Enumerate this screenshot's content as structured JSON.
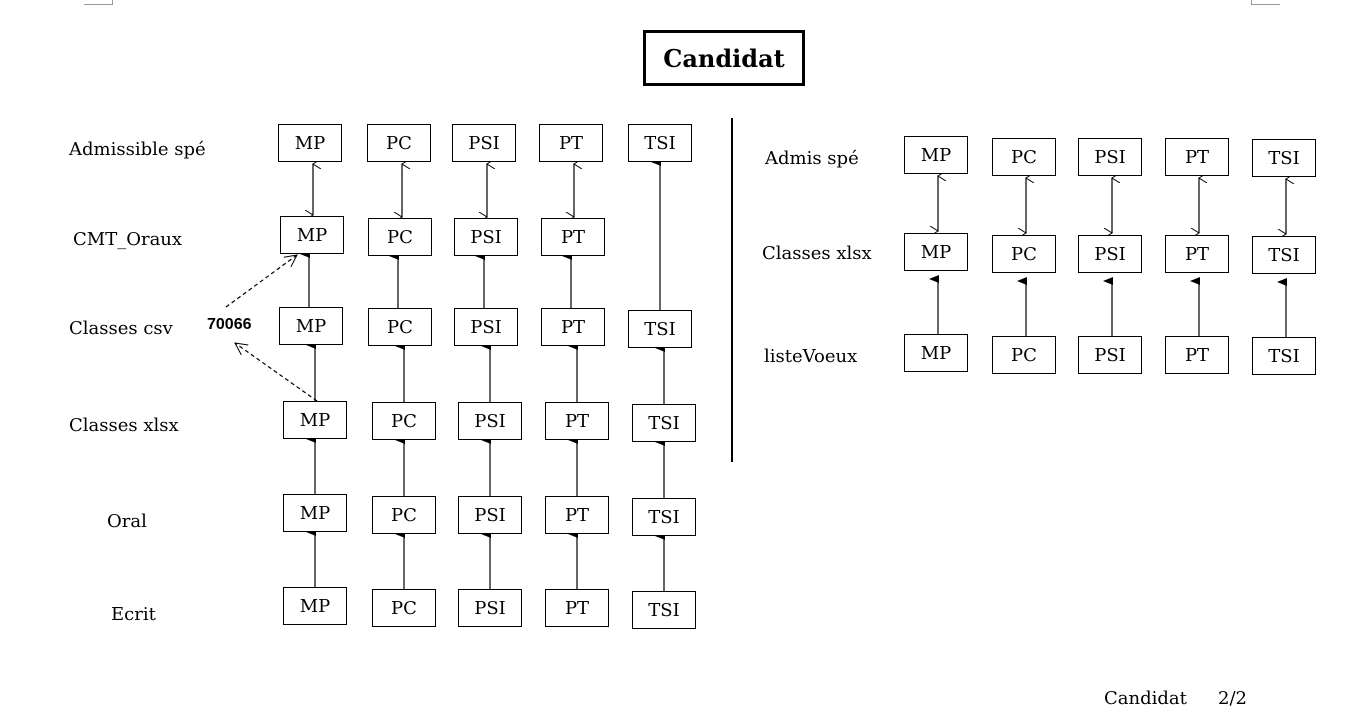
{
  "title": "Candidat",
  "left_panel": {
    "rows": [
      {
        "label": "Admissible spé",
        "boxes": [
          "MP",
          "PC",
          "PSI",
          "PT",
          "TSI"
        ]
      },
      {
        "label": "CMT_Oraux",
        "boxes": [
          "MP",
          "PC",
          "PSI",
          "PT"
        ]
      },
      {
        "label": "Classes csv",
        "boxes": [
          "MP",
          "PC",
          "PSI",
          "PT",
          "TSI"
        ]
      },
      {
        "label": "Classes xlsx",
        "boxes": [
          "MP",
          "PC",
          "PSI",
          "PT",
          "TSI"
        ]
      },
      {
        "label": "Oral",
        "boxes": [
          "MP",
          "PC",
          "PSI",
          "PT",
          "TSI"
        ]
      },
      {
        "label": "Ecrit",
        "boxes": [
          "MP",
          "PC",
          "PSI",
          "PT",
          "TSI"
        ]
      }
    ],
    "annotation": "70066"
  },
  "right_panel": {
    "rows": [
      {
        "label": "Admis spé",
        "boxes": [
          "MP",
          "PC",
          "PSI",
          "PT",
          "TSI"
        ]
      },
      {
        "label": "Classes xlsx",
        "boxes": [
          "MP",
          "PC",
          "PSI",
          "PT",
          "TSI"
        ]
      },
      {
        "label": "listeVoeux",
        "boxes": [
          "MP",
          "PC",
          "PSI",
          "PT",
          "TSI"
        ]
      }
    ]
  },
  "footer": {
    "doc": "Candidat",
    "page": "2/2"
  }
}
